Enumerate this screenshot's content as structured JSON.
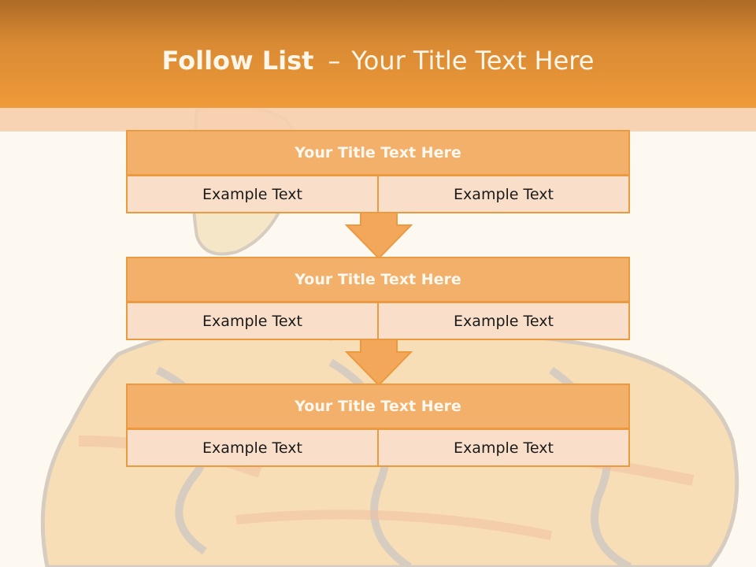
{
  "slide": {
    "title_bold": "Follow List",
    "title_dash": "–",
    "title_rest": "Your Title Text Here"
  },
  "steps": [
    {
      "title": "Your Title Text Here",
      "left": "Example Text",
      "right": "Example Text"
    },
    {
      "title": "Your Title Text Here",
      "left": "Example Text",
      "right": "Example Text"
    },
    {
      "title": "Your Title Text Here",
      "left": "Example Text",
      "right": "Example Text"
    }
  ],
  "colors": {
    "header_dark": "#ad6b26",
    "header_light": "#ef9a3a",
    "box_title_fill": "#f2b06b",
    "box_cell_fill": "#f9dfc9",
    "border": "#ec9a40",
    "arrow": "#f2a75a"
  }
}
